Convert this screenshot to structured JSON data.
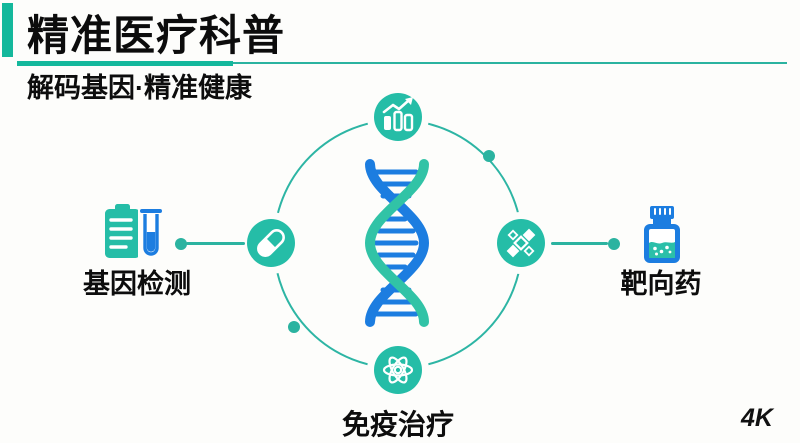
{
  "header": {
    "title": "精准医疗科普",
    "subtitle": "解码基因·精准健康"
  },
  "diagram": {
    "center": {
      "icon": "dna-helix-icon"
    },
    "nodes": [
      {
        "position": "top",
        "icon": "bar-chart-trend-icon"
      },
      {
        "position": "left",
        "icon": "capsule-icon"
      },
      {
        "position": "right",
        "icon": "molecule-diamonds-icon"
      },
      {
        "position": "bottom",
        "icon": "atom-icon"
      }
    ],
    "items": {
      "left": {
        "icon": "test-report-tube-icon",
        "label": "基因检测"
      },
      "right": {
        "icon": "medicine-bottle-icon",
        "label": "靶向药"
      },
      "bottom": {
        "label": "免疫治疗"
      }
    }
  },
  "watermark": "4K",
  "colors": {
    "accent_teal": "#14b89c",
    "icon_teal": "#25bda7",
    "ring_teal": "#2db5a4",
    "blue": "#1c7de0",
    "dna_teal": "#31c3a6",
    "text": "#0d0d0d"
  }
}
